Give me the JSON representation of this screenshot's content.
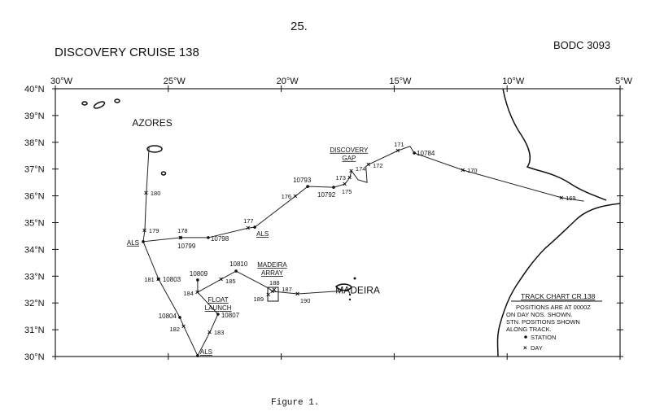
{
  "page_number": "25.",
  "title": "DISCOVERY CRUISE 138",
  "reference": "BODC 3093",
  "caption": "Figure 1.",
  "map": {
    "lon_range": [
      -30,
      -5
    ],
    "lat_range": [
      30,
      40
    ],
    "lon_ticks": [
      "30°W",
      "25°W",
      "20°W",
      "15°W",
      "10°W",
      "5°W"
    ],
    "lat_ticks": [
      "40°N",
      "39°N",
      "38°N",
      "37°N",
      "36°N",
      "35°N",
      "34°N",
      "33°N",
      "32°N",
      "31°N",
      "30°N"
    ],
    "place_labels": [
      {
        "text": "AZORES",
        "lon": -26.6,
        "lat": 38.6
      },
      {
        "text": "MADEIRA",
        "lon": -17.6,
        "lat": 32.35
      }
    ],
    "area_labels": [
      {
        "lines": [
          "DISCOVERY",
          "GAP"
        ],
        "lon": -17.0,
        "lat": 37.45
      },
      {
        "lines": [
          "MADEIRA",
          "ARRAY"
        ],
        "lon": -20.4,
        "lat": 33.1
      },
      {
        "lines": [
          "FLOAT",
          "LAUNCH"
        ],
        "lon": -22.9,
        "lat": 32.0
      }
    ],
    "track_main": [
      {
        "lon": -25.85,
        "lat": 37.85
      },
      {
        "lon": -25.97,
        "lat": 36.11
      },
      {
        "lon": -26.04,
        "lat": 34.71
      },
      {
        "lon": -26.11,
        "lat": 34.29
      },
      {
        "lon": -24.45,
        "lat": 34.44
      },
      {
        "lon": -23.23,
        "lat": 34.44
      },
      {
        "lon": -21.46,
        "lat": 34.8
      },
      {
        "lon": -21.17,
        "lat": 34.83
      },
      {
        "lon": -19.37,
        "lat": 35.99
      },
      {
        "lon": -18.83,
        "lat": 36.35
      },
      {
        "lon": -17.68,
        "lat": 36.32
      },
      {
        "lon": -17.18,
        "lat": 36.44
      },
      {
        "lon": -16.96,
        "lat": 36.69
      },
      {
        "lon": -16.89,
        "lat": 36.93
      },
      {
        "lon": -16.6,
        "lat": 36.6
      },
      {
        "lon": -16.2,
        "lat": 36.5
      },
      {
        "lon": -16.25,
        "lat": 37.1
      },
      {
        "lon": -16.13,
        "lat": 37.17
      },
      {
        "lon": -14.83,
        "lat": 37.69
      },
      {
        "lon": -14.3,
        "lat": 37.85
      },
      {
        "lon": -14.11,
        "lat": 37.6
      },
      {
        "lon": -11.95,
        "lat": 36.96
      },
      {
        "lon": -7.59,
        "lat": 35.93
      },
      {
        "lon": -6.6,
        "lat": 35.8
      }
    ],
    "track_south": [
      {
        "lon": -26.11,
        "lat": 34.29
      },
      {
        "lon": -25.43,
        "lat": 32.89
      },
      {
        "lon": -24.49,
        "lat": 31.46
      },
      {
        "lon": -24.31,
        "lat": 31.12
      },
      {
        "lon": -23.7,
        "lat": 30.03
      },
      {
        "lon": -23.16,
        "lat": 30.91
      },
      {
        "lon": -22.8,
        "lat": 31.58
      },
      {
        "lon": -23.7,
        "lat": 32.4
      },
      {
        "lon": -22.65,
        "lat": 32.89
      },
      {
        "lon": -22.0,
        "lat": 33.19
      },
      {
        "lon": -20.56,
        "lat": 32.55
      },
      {
        "lon": -20.38,
        "lat": 32.43
      },
      {
        "lon": -19.27,
        "lat": 32.34
      },
      {
        "lon": -17.3,
        "lat": 32.45
      }
    ],
    "track_spur": [
      {
        "lon": -23.7,
        "lat": 32.4
      },
      {
        "lon": -23.7,
        "lat": 32.86
      }
    ],
    "days": [
      {
        "label": "169",
        "lon": -7.59,
        "lat": 35.93
      },
      {
        "label": "170",
        "lon": -11.95,
        "lat": 36.96
      },
      {
        "label": "171",
        "lon": -14.83,
        "lat": 37.69
      },
      {
        "label": "172",
        "lon": -16.13,
        "lat": 37.17
      },
      {
        "label": "173",
        "lon": -16.96,
        "lat": 36.69
      },
      {
        "label": "174",
        "lon": -16.89,
        "lat": 36.93
      },
      {
        "label": "175",
        "lon": -17.18,
        "lat": 36.44
      },
      {
        "label": "176",
        "lon": -19.37,
        "lat": 35.99
      },
      {
        "label": "177",
        "lon": -21.46,
        "lat": 34.8
      },
      {
        "label": "178",
        "lon": -24.45,
        "lat": 34.44
      },
      {
        "label": "179",
        "lon": -26.04,
        "lat": 34.71
      },
      {
        "label": "180",
        "lon": -25.97,
        "lat": 36.11
      },
      {
        "label": "181",
        "lon": -25.43,
        "lat": 32.89
      },
      {
        "label": "182",
        "lon": -24.31,
        "lat": 31.12
      },
      {
        "label": "183",
        "lon": -23.16,
        "lat": 30.91
      },
      {
        "label": "184",
        "lon": -23.7,
        "lat": 32.4
      },
      {
        "label": "185",
        "lon": -22.65,
        "lat": 32.89
      },
      {
        "label": "187",
        "lon": -20.3,
        "lat": 32.5
      },
      {
        "label": "188",
        "lon": -20.38,
        "lat": 32.43
      },
      {
        "label": "189",
        "lon": -20.56,
        "lat": 32.31
      },
      {
        "label": "190",
        "lon": -19.27,
        "lat": 32.34
      }
    ],
    "stations": [
      {
        "label": "ALS",
        "lon": -26.11,
        "lat": 34.29
      },
      {
        "label": "10799",
        "lon": -24.45,
        "lat": 34.44
      },
      {
        "label": "10798",
        "lon": -23.23,
        "lat": 34.44
      },
      {
        "label": "ALS",
        "lon": -21.17,
        "lat": 34.83
      },
      {
        "label": "10793",
        "lon": -18.83,
        "lat": 36.35
      },
      {
        "label": "10792",
        "lon": -17.68,
        "lat": 36.32
      },
      {
        "label": "10784",
        "lon": -14.11,
        "lat": 37.6
      },
      {
        "label": "10803",
        "lon": -25.43,
        "lat": 32.89
      },
      {
        "label": "10804",
        "lon": -24.49,
        "lat": 31.46
      },
      {
        "label": "ALS",
        "lon": -23.7,
        "lat": 30.03
      },
      {
        "label": "10807",
        "lon": -22.8,
        "lat": 31.58
      },
      {
        "label": "10809",
        "lon": -23.7,
        "lat": 32.86
      },
      {
        "label": "10810",
        "lon": -22.0,
        "lat": 33.19
      }
    ],
    "legend": {
      "title": "TRACK CHART  CR.138",
      "lines": [
        "POSITIONS ARE AT 0000Z",
        "ON DAY NOS. SHOWN.",
        "STN. POSITIONS SHOWN",
        "ALONG TRACK."
      ],
      "station": "STATION",
      "day": "DAY"
    }
  }
}
